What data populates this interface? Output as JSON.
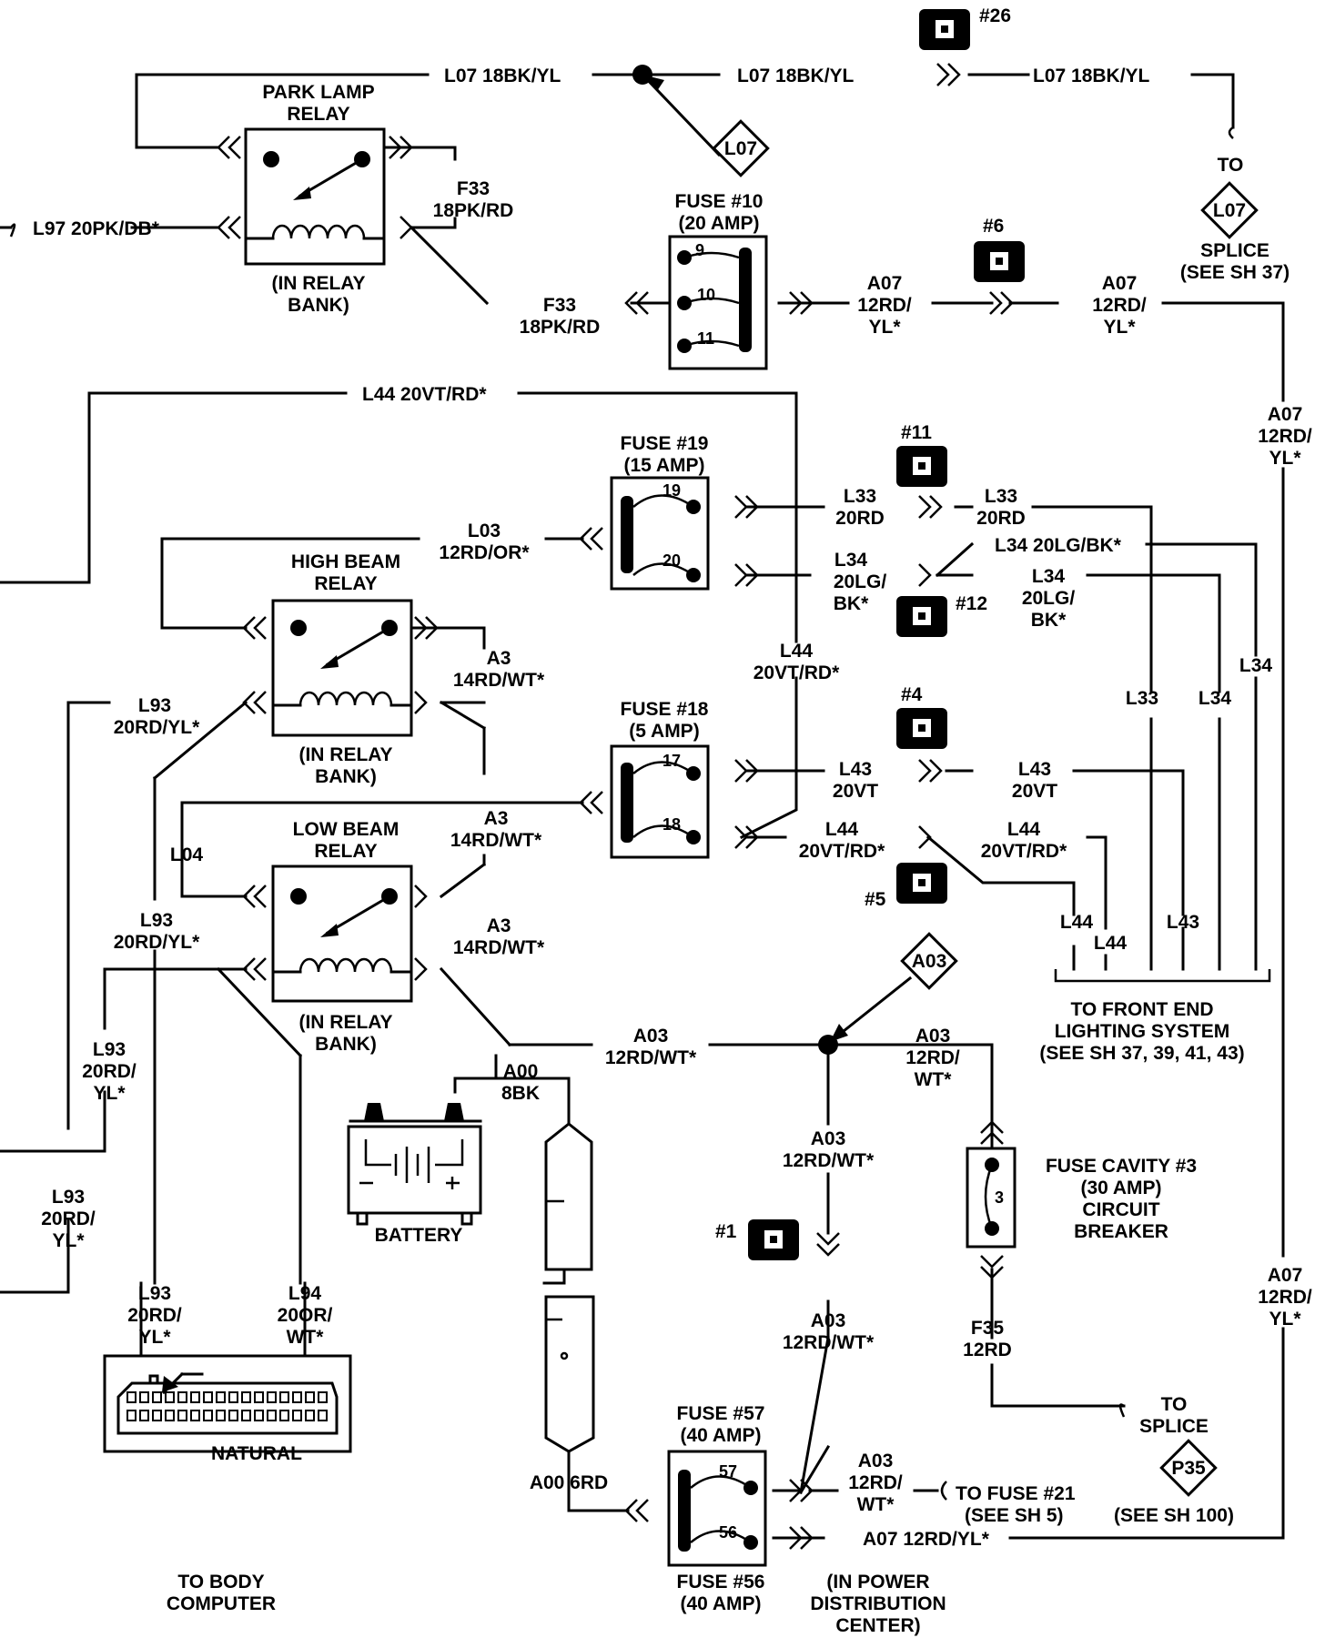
{
  "park_relay": {
    "title1": "PARK LAMP",
    "title2": "RELAY",
    "loc1": "(IN RELAY",
    "loc2": "BANK)"
  },
  "high_relay": {
    "title1": "HIGH BEAM",
    "title2": "RELAY",
    "loc1": "(IN RELAY",
    "loc2": "BANK)"
  },
  "low_relay": {
    "title1": "LOW BEAM",
    "title2": "RELAY",
    "loc1": "(IN RELAY",
    "loc2": "BANK)"
  },
  "wires": {
    "l07_a": "L07 18BK/YL",
    "l07_b": "L07 18BK/YL",
    "l07_c": "L07 18BK/YL",
    "l97": "L97 20PK/DB*",
    "f33_a1": "F33",
    "f33_a2": "18PK/RD",
    "f33_b1": "F33",
    "f33_b2": "18PK/RD",
    "a07_a1": "A07",
    "a07_a2": "12RD/",
    "a07_a3": "YL*",
    "a07_b1": "A07",
    "a07_b2": "12RD/",
    "a07_b3": "YL*",
    "a07_c1": "A07",
    "a07_c2": "12RD/",
    "a07_c3": "YL*",
    "a07_d1": "A07",
    "a07_d2": "12RD/",
    "a07_d3": "YL*",
    "a07_e": "A07 12RD/YL*",
    "l44_top": "L44 20VT/RD*",
    "l03_1": "L03",
    "l03_2": "12RD/OR*",
    "l33_a1": "L33",
    "l33_a2": "20RD",
    "l33_b1": "L33",
    "l33_b2": "20RD",
    "l34_a1": "L34",
    "l34_a2": "20LG/",
    "l34_a3": "BK*",
    "l34_b": "L34 20LG/BK*",
    "l34_c1": "L34",
    "l34_c2": "20LG/",
    "l34_c3": "BK*",
    "a3_a1": "A3",
    "a3_a2": "14RD/WT*",
    "a3_b1": "A3",
    "a3_b2": "14RD/WT*",
    "a3_c1": "A3",
    "a3_c2": "14RD/WT*",
    "l44_mid1": "L44",
    "l44_mid2": "20VT/RD*",
    "l93_a1": "L93",
    "l93_a2": "20RD/YL*",
    "l93_b1": "L93",
    "l93_b2": "20RD/YL*",
    "l93_c1": "L93",
    "l93_c2": "20RD/",
    "l93_c3": "YL*",
    "l93_d1": "L93",
    "l93_d2": "20RD/",
    "l93_d3": "YL*",
    "l93_e1": "L93",
    "l93_e2": "20RD/",
    "l93_e3": "YL*",
    "l94_1": "L94",
    "l94_2": "20OR/",
    "l94_3": "WT*",
    "l43_a1": "L43",
    "l43_a2": "20VT",
    "l43_b1": "L43",
    "l43_b2": "20VT",
    "l44_a1": "L44",
    "l44_a2": "20VT/RD*",
    "l44_b1": "L44",
    "l44_b2": "20VT/RD*",
    "l04": "L04",
    "a03_a1": "A03",
    "a03_a2": "12RD/WT*",
    "a03_b1": "A03",
    "a03_b2": "12RD/",
    "a03_b3": "WT*",
    "a03_c1": "A03",
    "a03_c2": "12RD/WT*",
    "a03_d1": "A03",
    "a03_d2": "12RD/WT*",
    "a03_e1": "A03",
    "a03_e2": "12RD/",
    "a03_e3": "WT*",
    "a00_1": "A00",
    "a00_2": "8BK",
    "a00_6rd": "A00 6RD",
    "f35_1": "F35",
    "f35_2": "12RD",
    "bl_l33": "L33",
    "bl_l34a": "L34",
    "bl_l34b": "L34",
    "bl_l44a": "L44",
    "bl_l44b": "L44",
    "bl_l43": "L43"
  },
  "fuses": {
    "f10_1": "FUSE #10",
    "f10_2": "(20 AMP)",
    "f10_p1": "9",
    "f10_p2": "10",
    "f10_p3": "11",
    "f19_1": "FUSE #19",
    "f19_2": "(15 AMP)",
    "f19_p1": "19",
    "f19_p2": "20",
    "f18_1": "FUSE #18",
    "f18_2": "(5 AMP)",
    "f18_p1": "17",
    "f18_p2": "18",
    "f57_1": "FUSE #57",
    "f57_2": "(40 AMP)",
    "f57_p": "57",
    "f56_1": "FUSE #56",
    "f56_2": "(40 AMP)",
    "f56_p": "56",
    "cav_1": "FUSE CAVITY #3",
    "cav_2": "(30 AMP)",
    "cav_3": "CIRCUIT",
    "cav_4": "BREAKER",
    "cav_p": "3"
  },
  "connectors": {
    "c26": "#26",
    "c6": "#6",
    "c11": "#11",
    "c12": "#12",
    "c4": "#4",
    "c5": "#5",
    "c1": "#1"
  },
  "splices": {
    "l07": "L07",
    "a03": "A03",
    "p35": "P35"
  },
  "labels": {
    "to": "TO",
    "splice": "SPLICE",
    "see37": "(SEE SH 37)",
    "front1": "TO FRONT END",
    "front2": "LIGHTING SYSTEM",
    "front3": "(SEE SH 37, 39, 41, 43)",
    "battery": "BATTERY",
    "natural": "NATURAL",
    "body1": "TO BODY",
    "body2": "COMPUTER",
    "tofuse21": "TO FUSE #21",
    "see5": "(SEE SH 5)",
    "to2": "TO",
    "splice2": "SPLICE",
    "see100": "(SEE SH 100)",
    "pdc1": "(IN POWER",
    "pdc2": "DISTRIBUTION",
    "pdc3": "CENTER)"
  }
}
